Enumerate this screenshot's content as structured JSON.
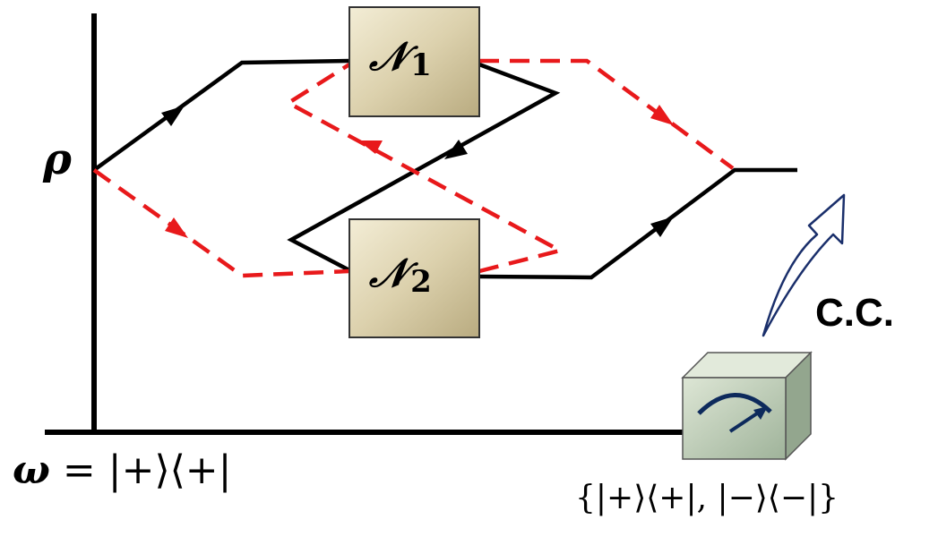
{
  "state_label": "ρ",
  "control": {
    "symbol": "ω",
    "expression": " = |+⟩⟨+|"
  },
  "channel_1": {
    "letter": "𝒩",
    "subscript": "1"
  },
  "channel_2": {
    "letter": "𝒩",
    "subscript": "2"
  },
  "classical_communication_label": "C.C.",
  "measurement_label": "{|+⟩⟨+|, |−⟩⟨−|}",
  "colors": {
    "path_solid": "#000000",
    "path_dashed": "#e8191b",
    "box_fill": "#d8cfae",
    "box_stroke": "#333333",
    "meter_fill": "#b9c9b1",
    "arrow_outline": "#1a2f6b"
  }
}
